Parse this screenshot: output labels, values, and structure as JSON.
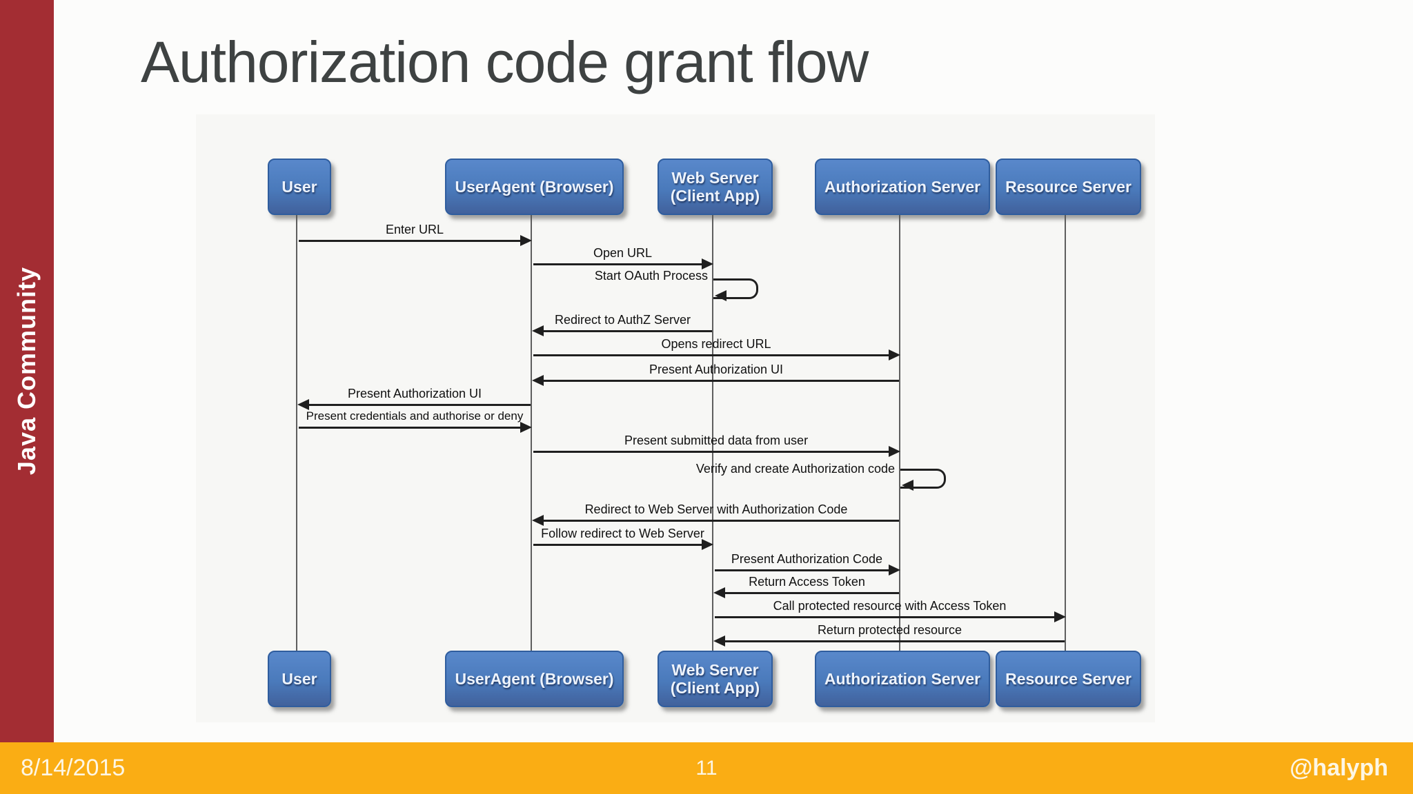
{
  "slide": {
    "title": "Authorization code grant flow",
    "sidebar_label": "Java Community"
  },
  "footer": {
    "date": "8/14/2015",
    "page_number": "11",
    "handle": "@halyph"
  },
  "colors": {
    "sidebar_red": "#A32D33",
    "footer_amber": "#FAAD14",
    "actor_blue": "#4A7ABB",
    "actor_border_blue": "#2F5D9E",
    "title_gray": "#3E4242",
    "arrow_black": "#1F1F1F"
  },
  "diagram": {
    "type": "uml-sequence-diagram",
    "actors": [
      {
        "id": "user",
        "label": "User"
      },
      {
        "id": "useragent",
        "label": "UserAgent (Browser)"
      },
      {
        "id": "webserver",
        "label": "Web Server (Client App)"
      },
      {
        "id": "authserver",
        "label": "Authorization Server"
      },
      {
        "id": "resourceserver",
        "label": "Resource Server"
      }
    ],
    "messages": [
      {
        "label": "Enter URL",
        "from": "user",
        "to": "useragent"
      },
      {
        "label": "Open URL",
        "from": "useragent",
        "to": "webserver"
      },
      {
        "label": "Start OAuth Process",
        "from": "webserver",
        "to": "webserver",
        "self": true
      },
      {
        "label": "Redirect to AuthZ Server",
        "from": "webserver",
        "to": "useragent"
      },
      {
        "label": "Opens redirect URL",
        "from": "useragent",
        "to": "authserver"
      },
      {
        "label": "Present Authorization UI",
        "from": "authserver",
        "to": "useragent"
      },
      {
        "label": "Present Authorization UI",
        "from": "useragent",
        "to": "user"
      },
      {
        "label": "Present credentials and authorise or deny",
        "from": "user",
        "to": "useragent"
      },
      {
        "label": "Present submitted data from user",
        "from": "useragent",
        "to": "authserver"
      },
      {
        "label": "Verify and create Authorization code",
        "from": "authserver",
        "to": "authserver",
        "self": true
      },
      {
        "label": "Redirect to Web Server with Authorization Code",
        "from": "authserver",
        "to": "useragent"
      },
      {
        "label": "Follow redirect to Web Server",
        "from": "useragent",
        "to": "webserver"
      },
      {
        "label": "Present Authorization Code",
        "from": "webserver",
        "to": "authserver"
      },
      {
        "label": "Return Access Token",
        "from": "authserver",
        "to": "webserver"
      },
      {
        "label": "Call protected resource with Access Token",
        "from": "webserver",
        "to": "resourceserver"
      },
      {
        "label": "Return protected resource",
        "from": "resourceserver",
        "to": "webserver"
      }
    ]
  }
}
